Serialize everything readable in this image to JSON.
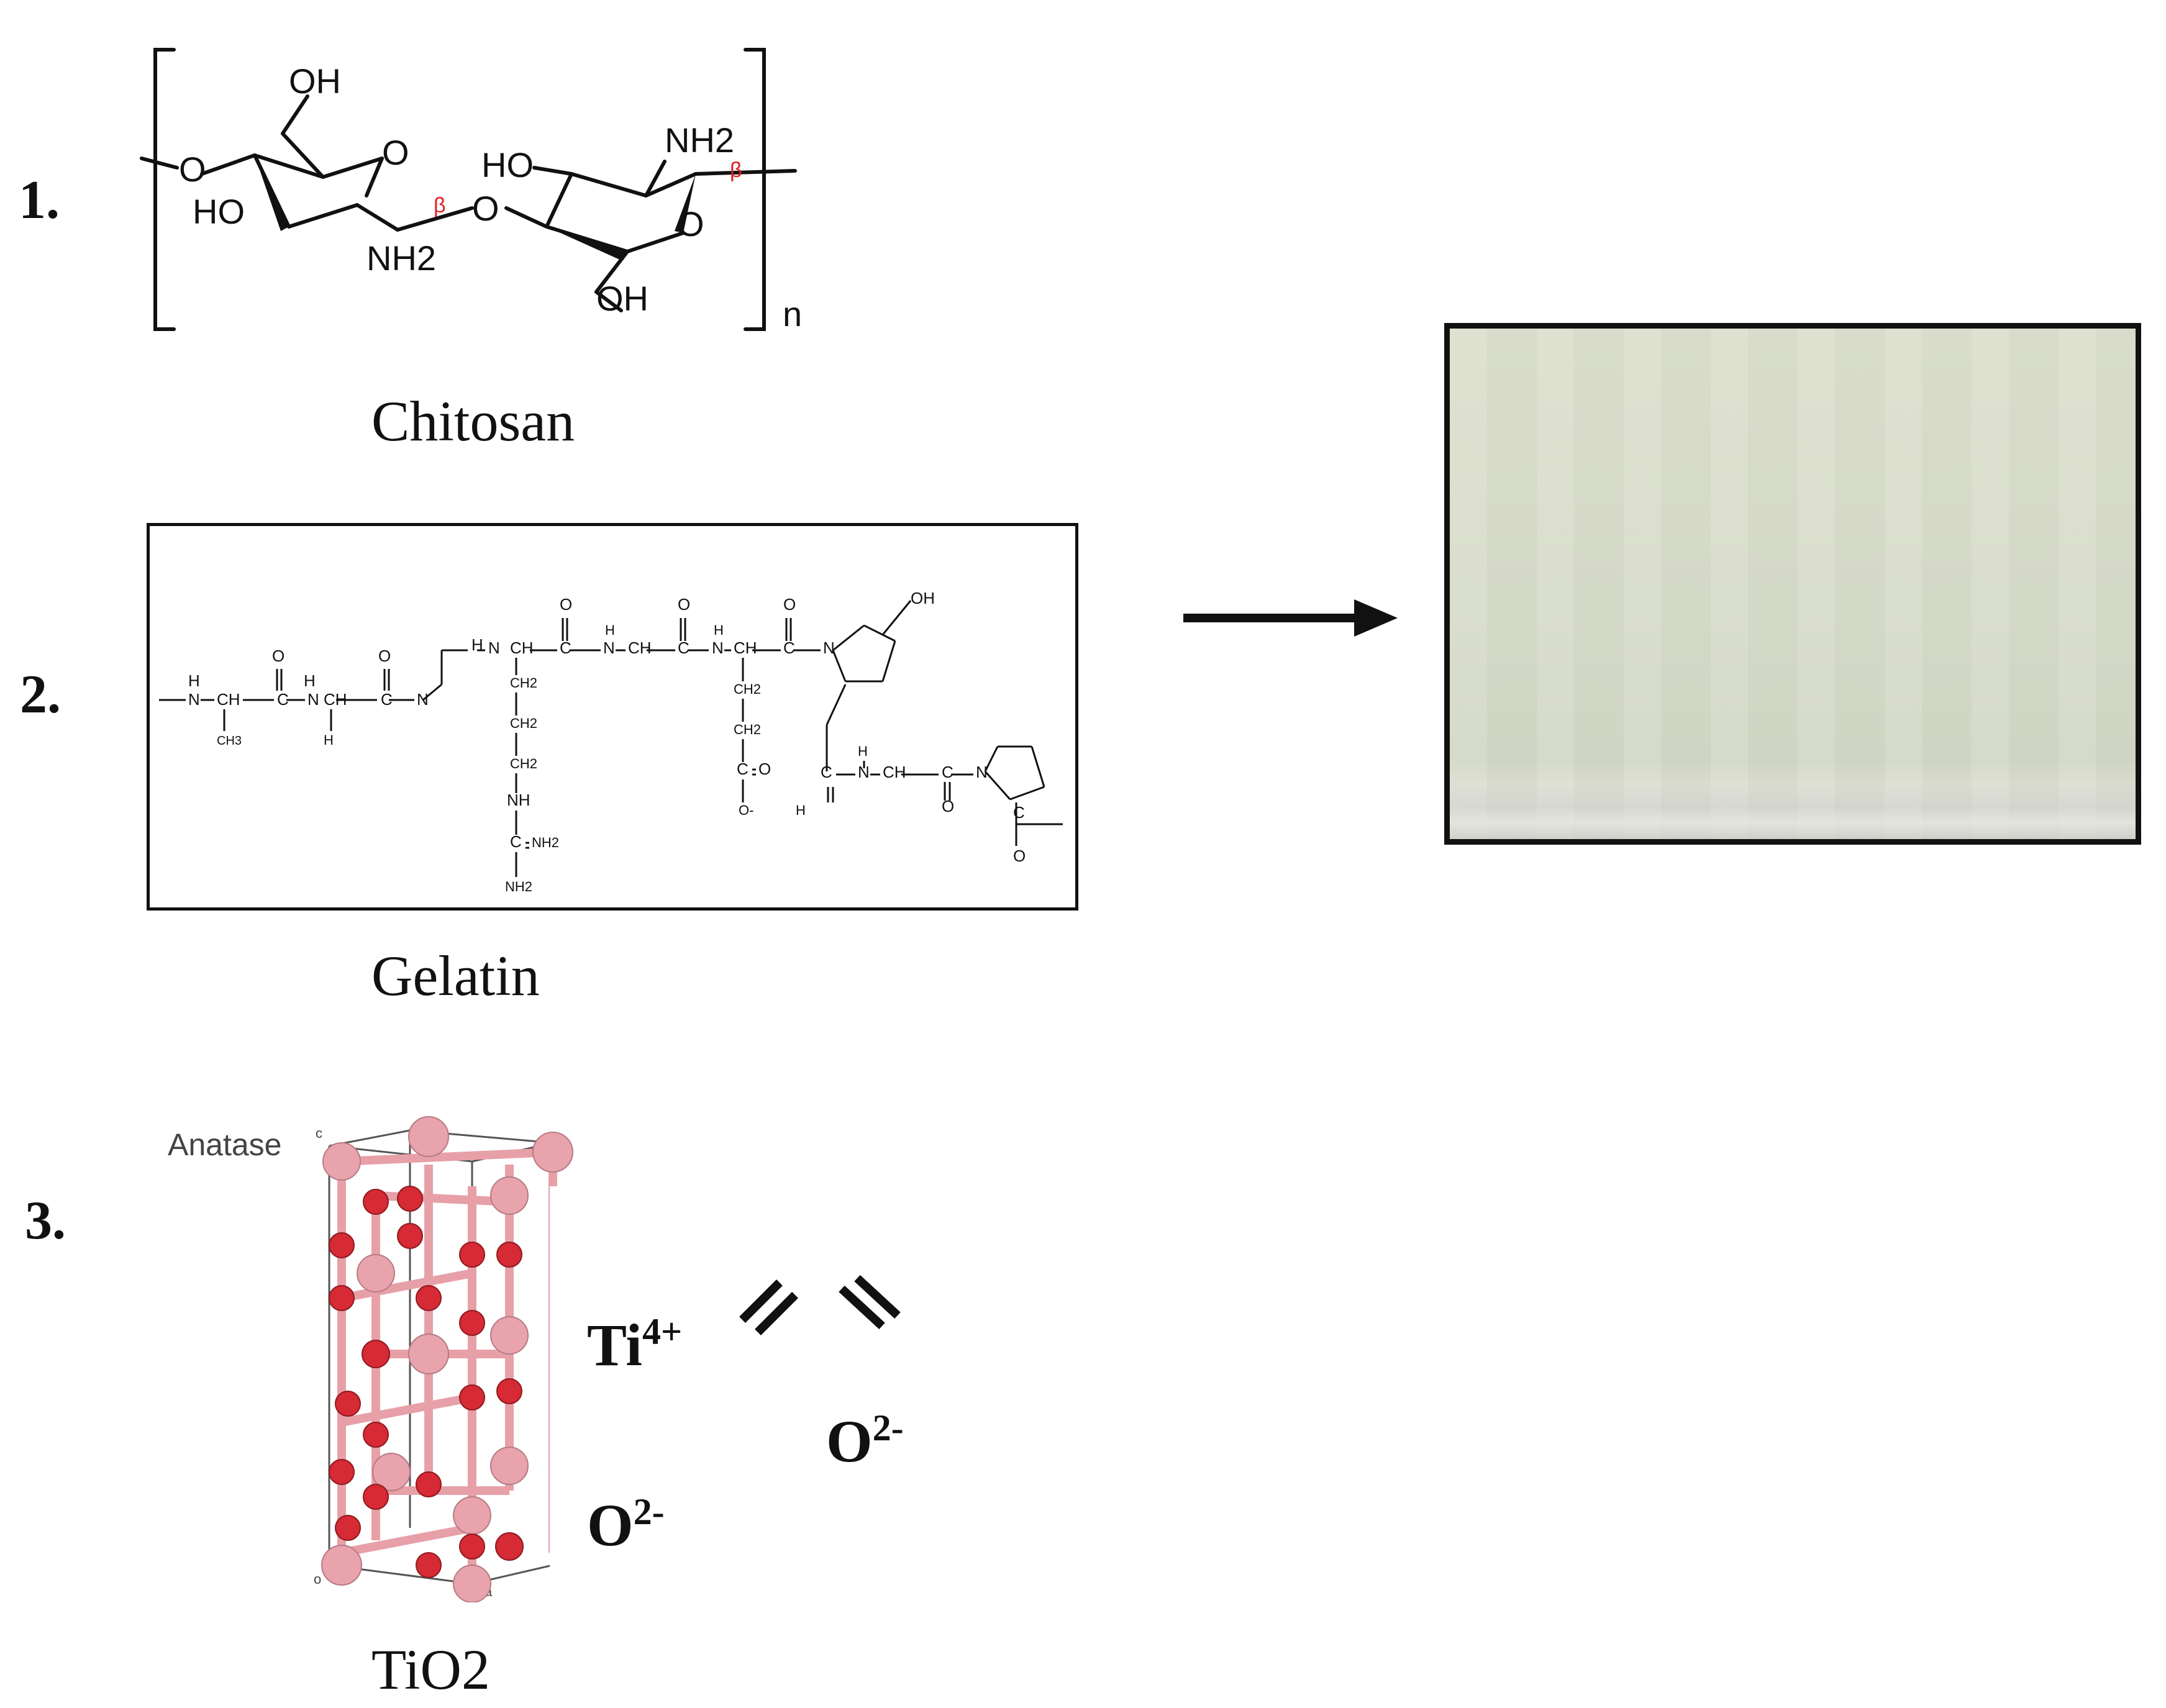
{
  "labels": {
    "item1": "1.",
    "item2": "2.",
    "item3": "3."
  },
  "captions": {
    "chitosan": "Chitosan",
    "gelatin": "Gelatin",
    "tio2": "TiO2"
  },
  "chitosan": {
    "atoms": {
      "oh_top": "OH",
      "ring_o_left": "O",
      "link_o": "O",
      "ho_left": "HO",
      "nh2_left": "NH2",
      "beta1": "β",
      "ho_right": "HO",
      "nh2_right": "NH2",
      "beta2": "β",
      "ring_o_right": "O",
      "oh_bottom": "OH",
      "end_o": "O"
    },
    "repeat": "n"
  },
  "gelatin": {
    "groups": [
      "H",
      "N",
      "CH",
      "C",
      "O",
      "N",
      "H",
      "CH",
      "C",
      "O",
      "N",
      "CH3",
      "H",
      "H",
      "N",
      "CH",
      "C",
      "O",
      "N",
      "H",
      "CH",
      "C",
      "O",
      "N",
      "H",
      "CH",
      "C",
      "O",
      "N",
      "OH",
      "CH2",
      "CH2",
      "CH2",
      "NH",
      "C",
      "NH2",
      "NH2",
      "CH2",
      "CH2",
      "C",
      "O",
      "O-",
      "C",
      "N",
      "H",
      "CH",
      "C",
      "O",
      "N",
      "C",
      "O",
      "H"
    ]
  },
  "anatase": {
    "title": "Anatase",
    "axis_c": "c",
    "axis_o": "o",
    "axis_a": "a"
  },
  "ions": {
    "ti": "Ti",
    "ti_charge": "4+",
    "o_lower": "O",
    "o_lower_charge": "2-",
    "o_right": "O",
    "o_right_charge": "2-"
  },
  "colors": {
    "film_fill": "#d9dccb",
    "titanium": "#e8a3ad",
    "oxygen": "#d62a35",
    "beta": "#e02020"
  }
}
